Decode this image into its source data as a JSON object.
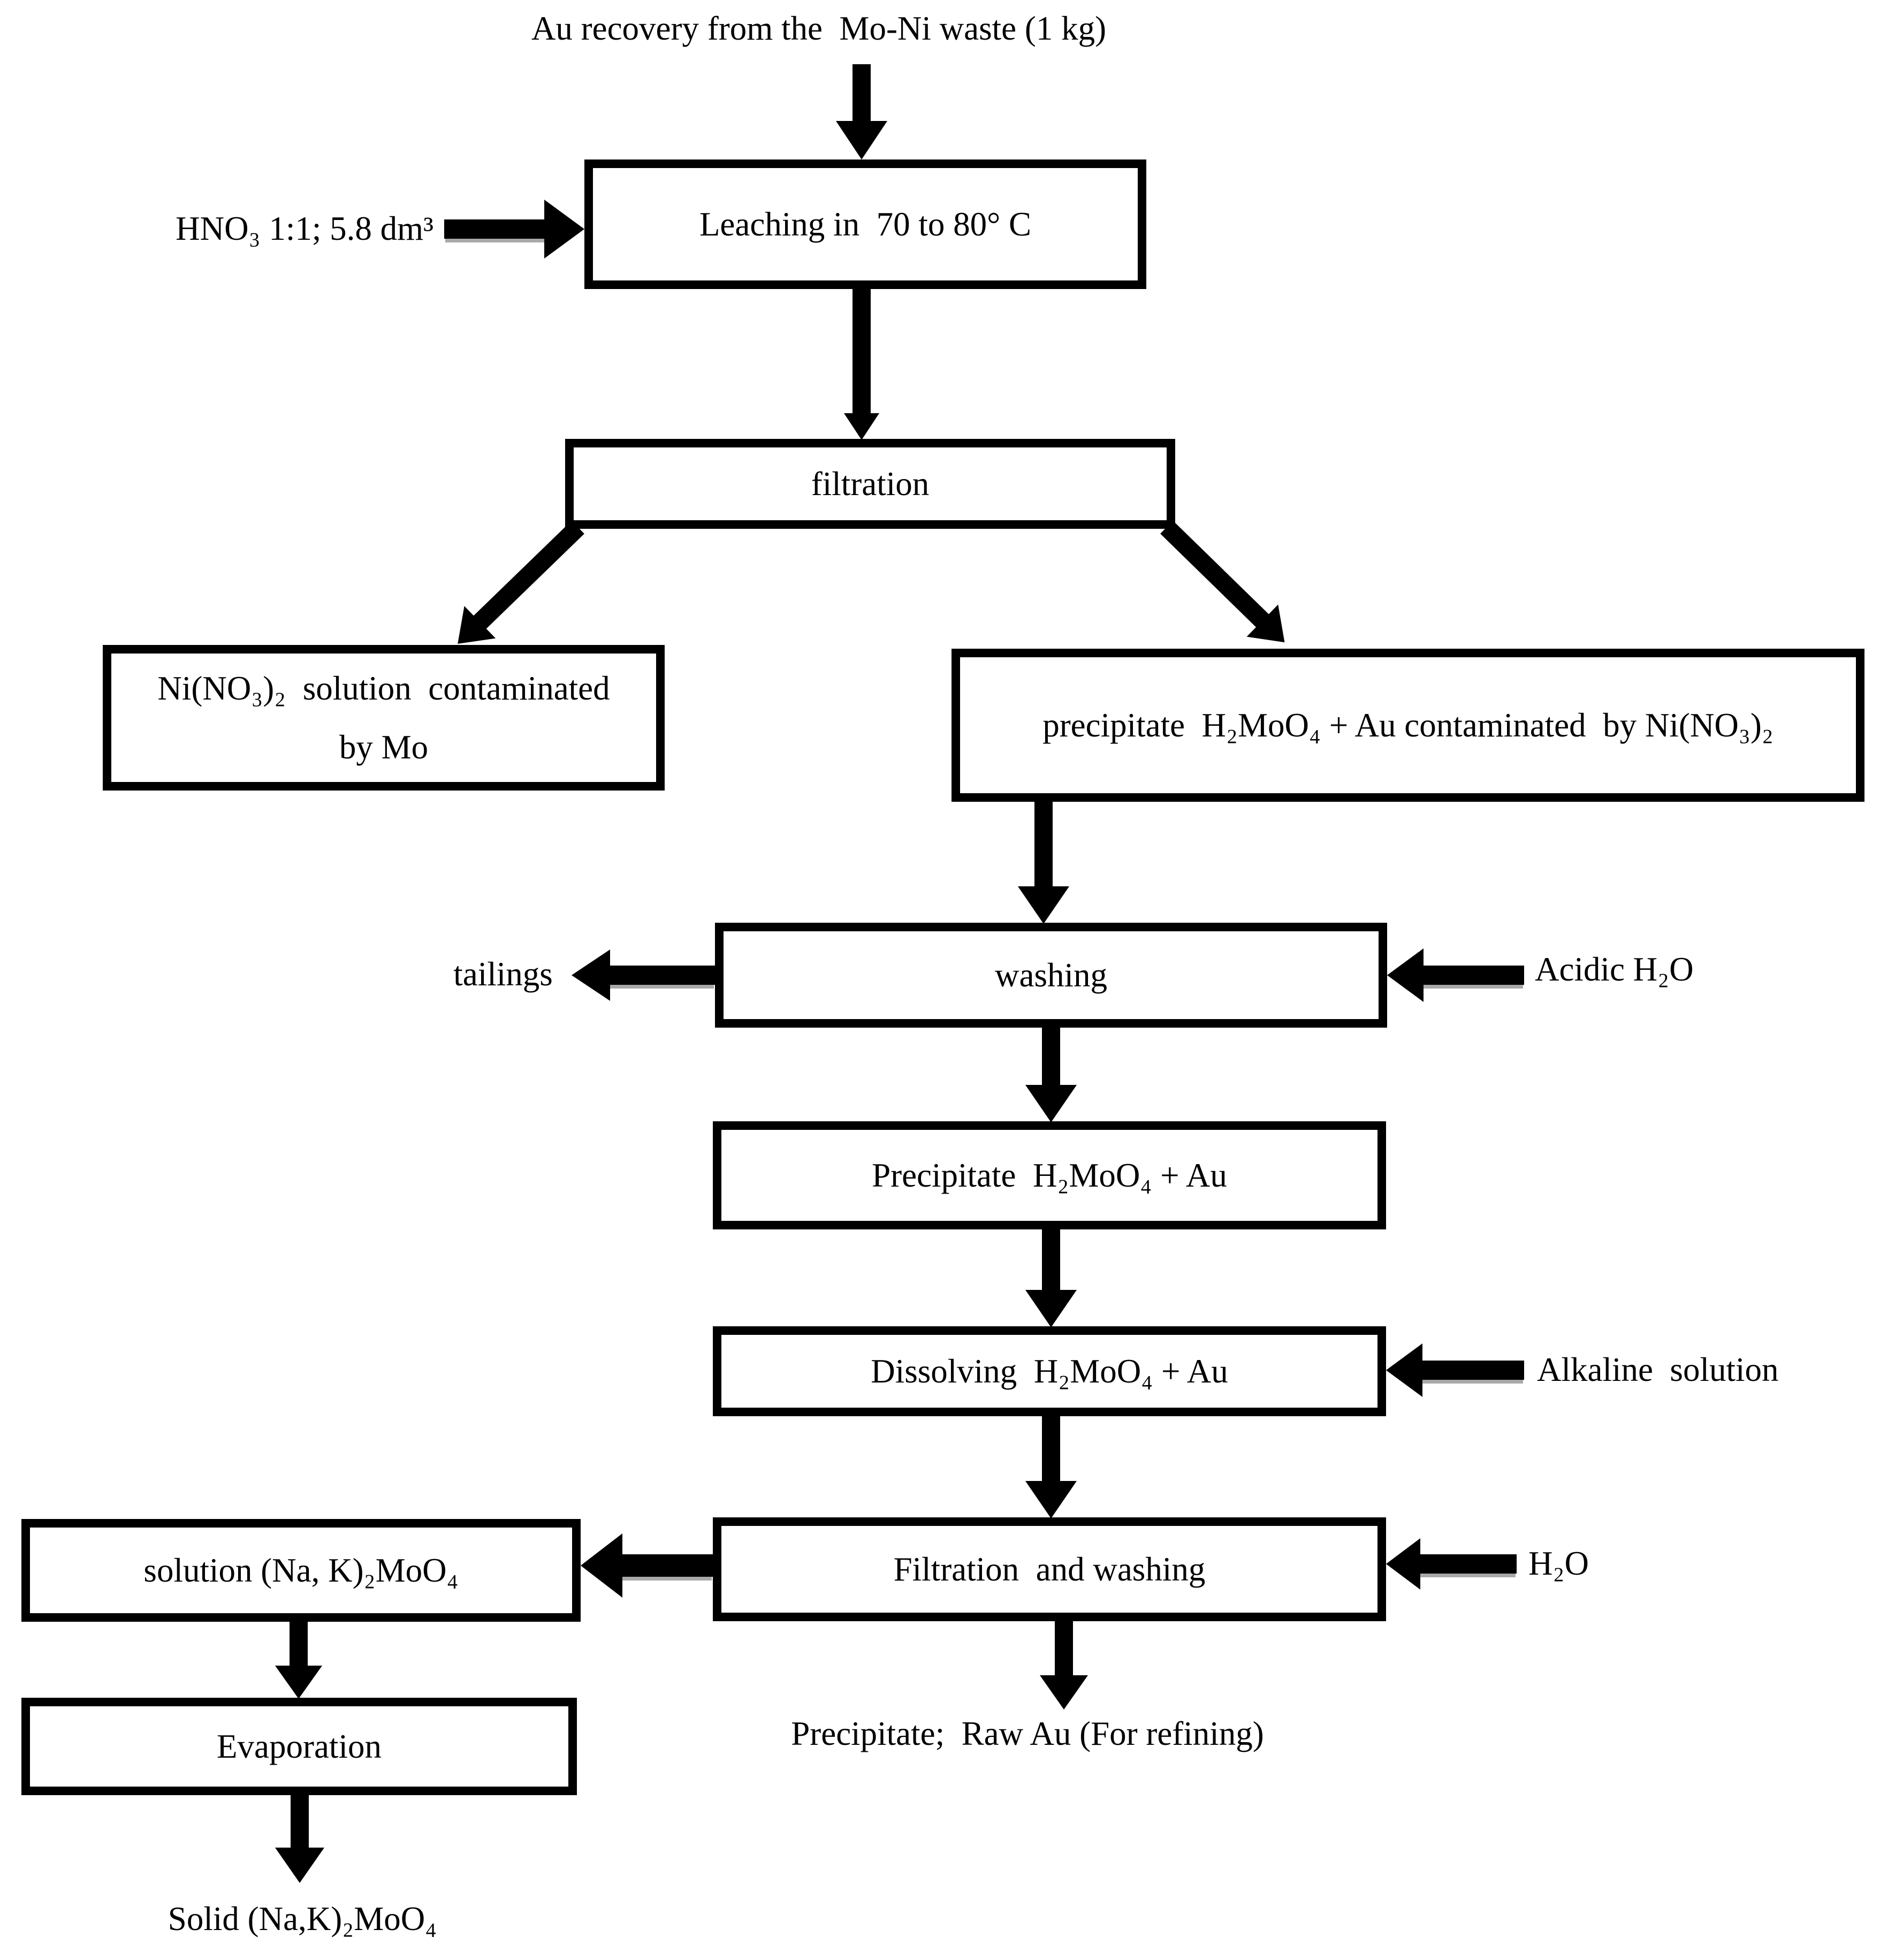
{
  "diagram": {
    "title": "Au recovery from the  Mo-Ni waste (1 kg)",
    "nodes": {
      "leaching": "Leaching in  70 to 80° C",
      "filtration": "filtration",
      "ni_solution": "Ni(NO₃)₂  solution  contaminated\nby Mo",
      "precipitate_contaminated": "precipitate  H₂MoO₄ + Au contaminated  by Ni(NO₃)₂",
      "washing": "washing",
      "precipitate": "Precipitate  H₂MoO₄ + Au",
      "dissolving": "Dissolving  H₂MoO₄ + Au",
      "filtration_washing": "Filtration  and washing",
      "solution": "solution (Na, K)₂MoO₄",
      "evaporation": "Evaporation"
    },
    "labels": {
      "hno3": "HNO₃ 1:1; 5.8 dm³",
      "tailings": "tailings",
      "acidic_h2o": "Acidic H₂O",
      "alkaline_solution": "Alkaline  solution",
      "h2o": "H₂O",
      "raw_au": "Precipitate;  Raw Au (For refining)",
      "solid_product": "Solid (Na,K)₂MoO₄"
    },
    "colors": {
      "ink": "#000000",
      "background": "#ffffff",
      "arrow_shadow": "#a9a9a9"
    }
  }
}
